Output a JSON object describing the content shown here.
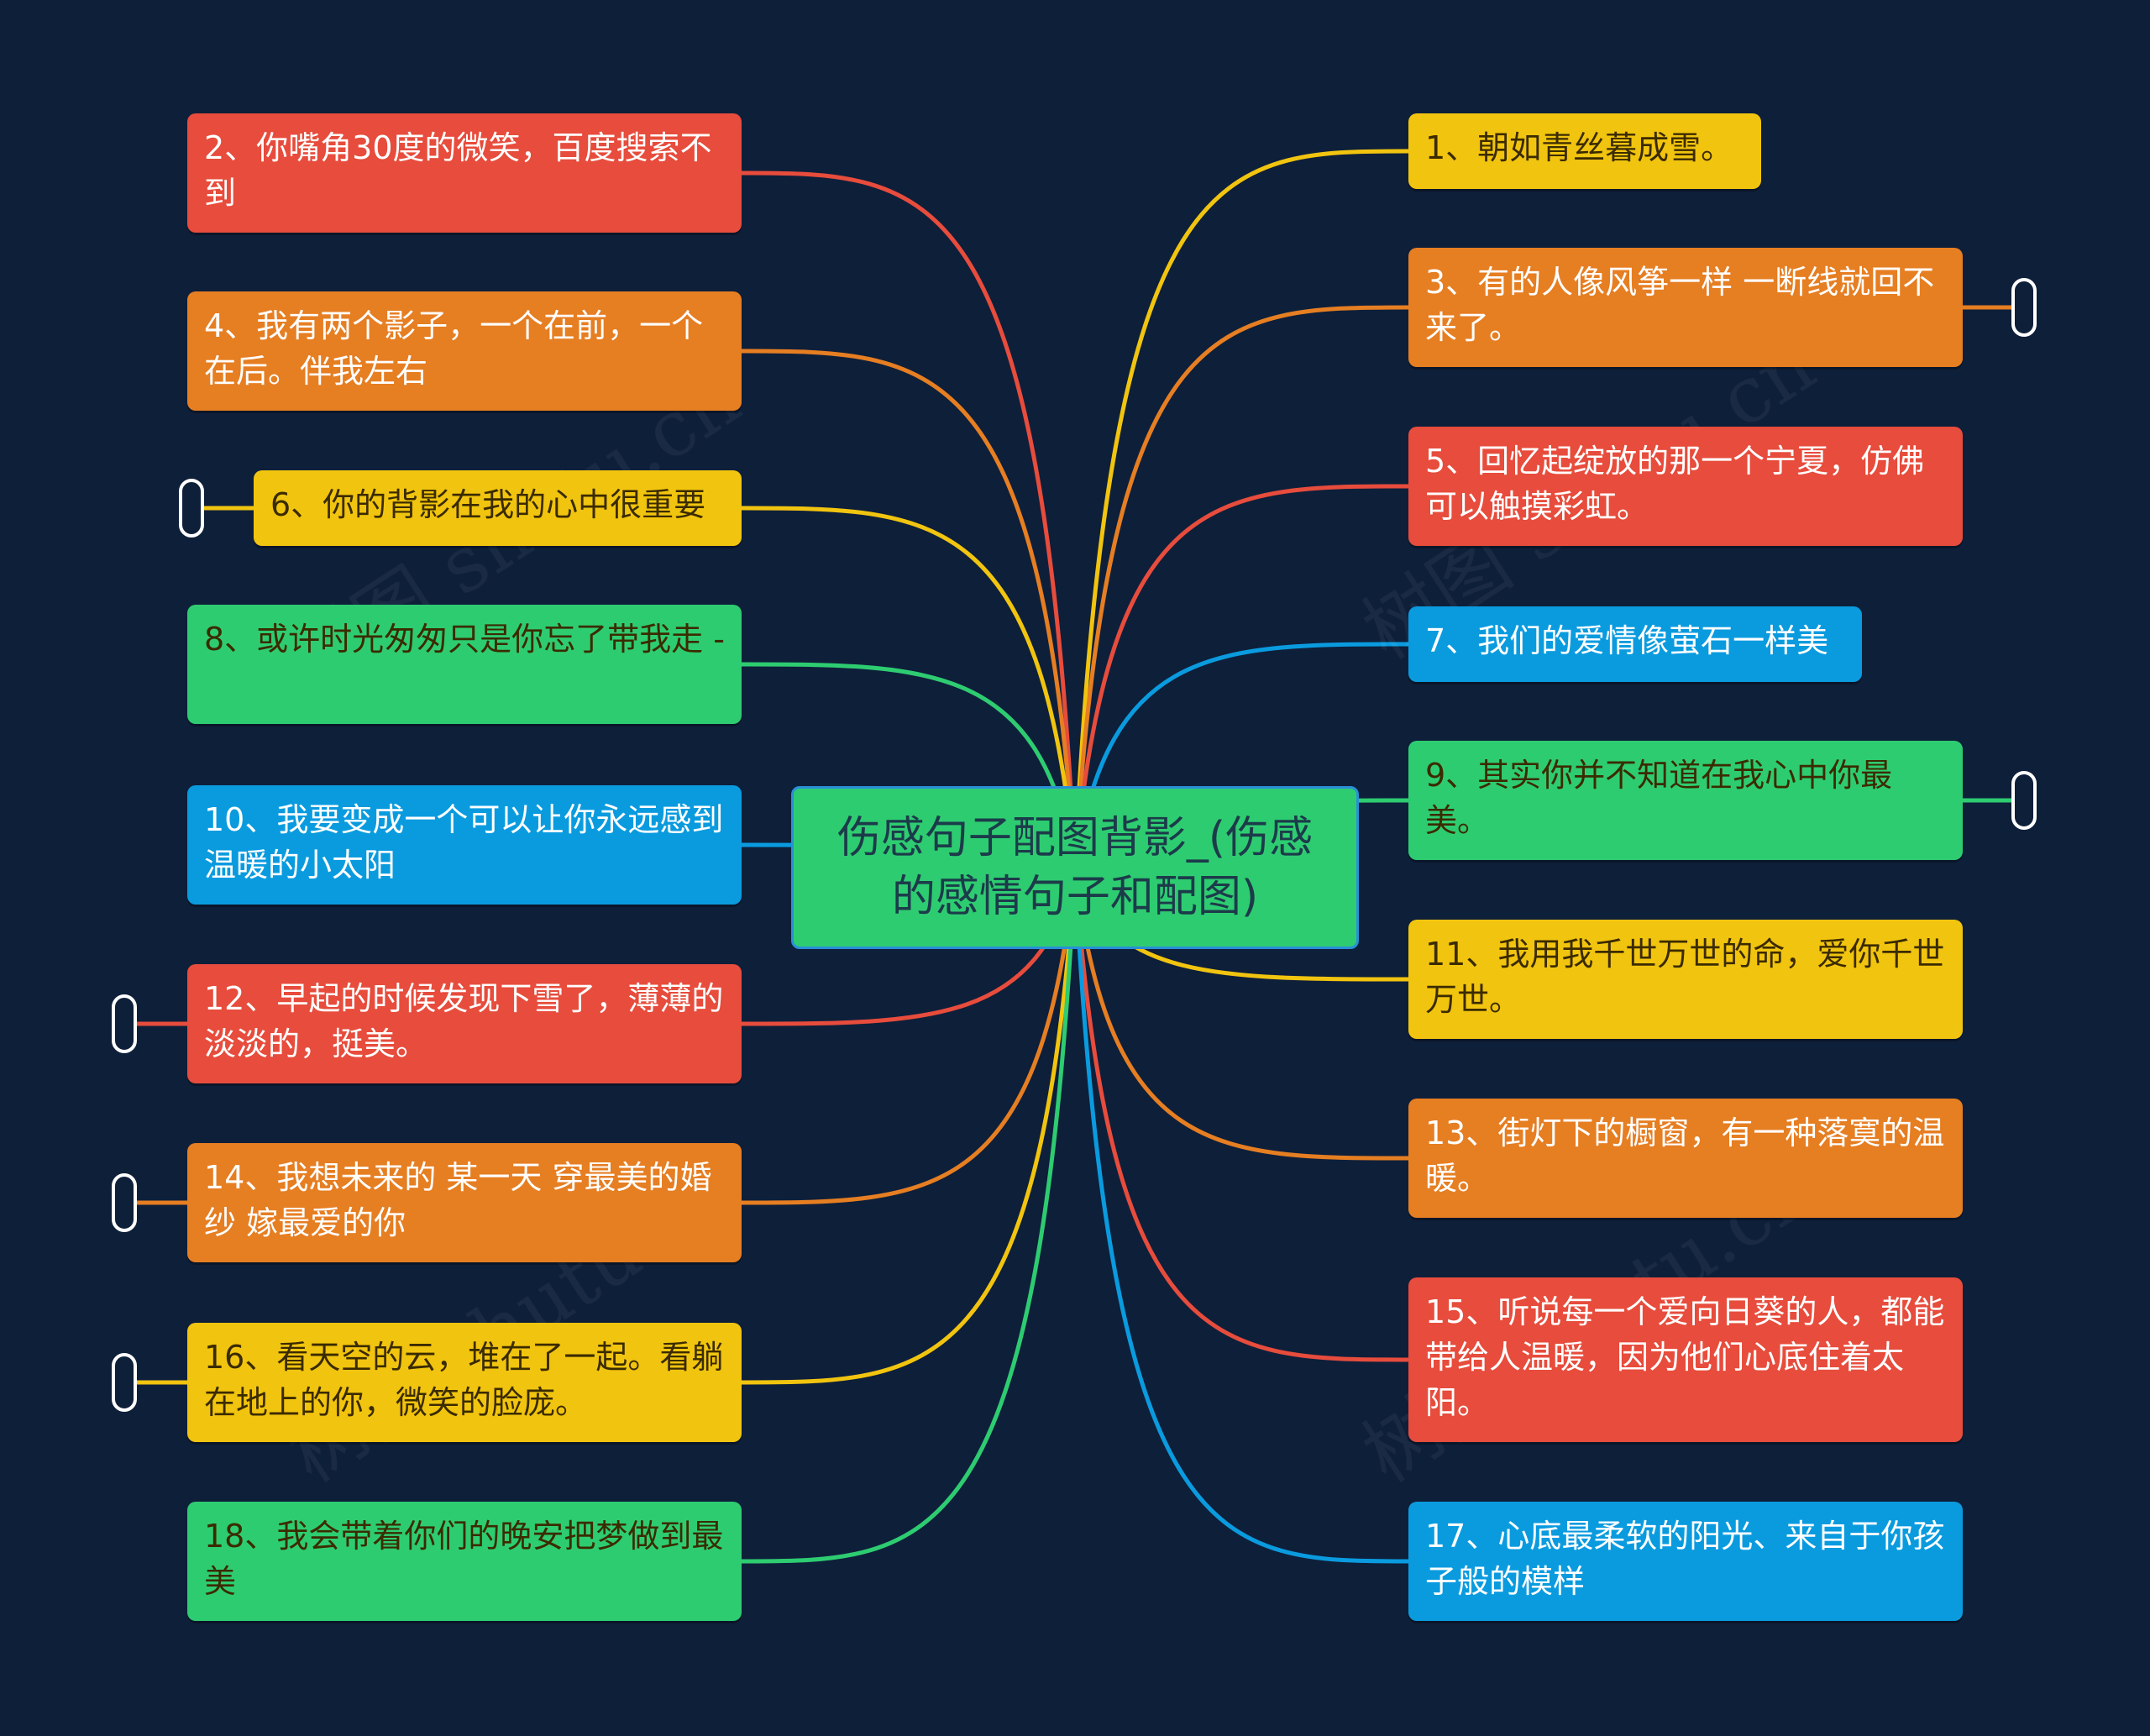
{
  "colors": {
    "background": "#0e1f3a",
    "red": "#e74c3c",
    "orange": "#e67e22",
    "yellow": "#f1c40f",
    "green": "#2ecc71",
    "blue": "#0a9bdf"
  },
  "center": {
    "text": "伤感句子配图背影_(伤感的感情句子和配图)"
  },
  "watermark": "树图 shutu.cn",
  "left_nodes": [
    {
      "text": "2、你嘴角30度的微笑，百度搜索不到",
      "color": "red"
    },
    {
      "text": "4、我有两个影子，一个在前，一个在后。伴我左右",
      "color": "orange"
    },
    {
      "text": "6、你的背影在我的心中很重要",
      "color": "yellow"
    },
    {
      "text": "8、或许时光匆匆只是你忘了带我走 -",
      "color": "green"
    },
    {
      "text": "10、我要变成一个可以让你永远感到温暖的小太阳",
      "color": "blue"
    },
    {
      "text": "12、早起的时候发现下雪了，薄薄的淡淡的，挺美。",
      "color": "red"
    },
    {
      "text": "14、我想未来的 某一天 穿最美的婚纱 嫁最爱的你",
      "color": "orange"
    },
    {
      "text": "16、看天空的云，堆在了一起。看躺在地上的你，微笑的脸庞。",
      "color": "yellow"
    },
    {
      "text": "18、我会带着你们的晚安把梦做到最美",
      "color": "green"
    }
  ],
  "right_nodes": [
    {
      "text": "1、朝如青丝暮成雪。",
      "color": "yellow"
    },
    {
      "text": "3、有的人像风筝一样 一断线就回不来了。",
      "color": "orange"
    },
    {
      "text": "5、回忆起绽放的那一个宁夏，仿佛可以触摸彩虹。",
      "color": "red"
    },
    {
      "text": "7、我们的爱情像萤石一样美",
      "color": "blue"
    },
    {
      "text": "9、其实你并不知道在我心中你最美。",
      "color": "green"
    },
    {
      "text": "11、我用我千世万世的命，爱你千世万世。",
      "color": "yellow"
    },
    {
      "text": "13、街灯下的橱窗，有一种落寞的温暖。",
      "color": "orange"
    },
    {
      "text": "15、听说每一个爱向日葵的人，都能带给人温暖，因为他们心底住着太阳。",
      "color": "red"
    },
    {
      "text": "17、心底最柔软的阳光、来自于你孩子般的模样",
      "color": "blue"
    }
  ]
}
